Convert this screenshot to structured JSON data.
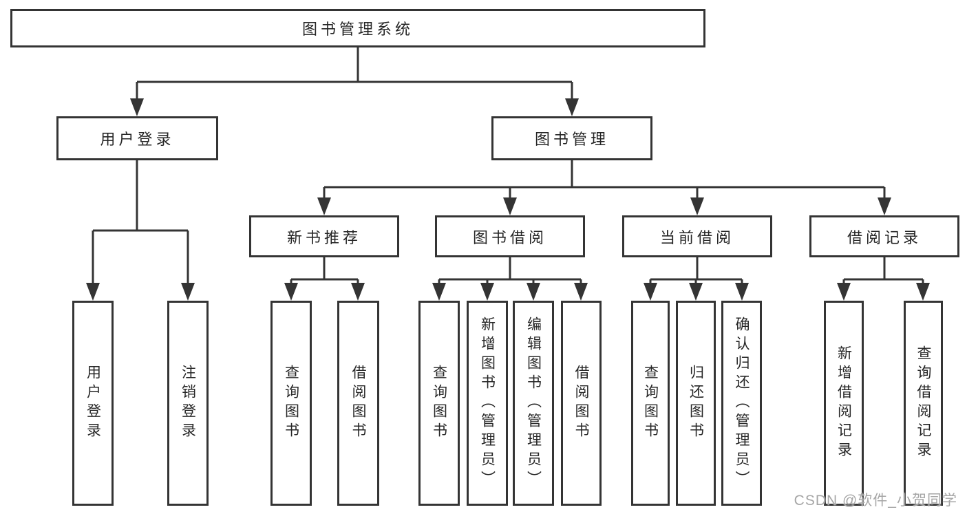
{
  "diagram": {
    "root": "图书管理系统",
    "user_login": {
      "label": "用户登录",
      "children": [
        "用户登录",
        "注销登录"
      ]
    },
    "book_management": {
      "label": "图书管理",
      "sections": [
        {
          "label": "新书推荐",
          "children": [
            "查询图书",
            "借阅图书"
          ]
        },
        {
          "label": "图书借阅",
          "children": [
            "查询图书",
            "新增图书（管理员）",
            "编辑图书（管理员）",
            "借阅图书"
          ]
        },
        {
          "label": "当前借阅",
          "children": [
            "查询图书",
            "归还图书",
            "确认归还（管理员）"
          ]
        },
        {
          "label": "借阅记录",
          "children": [
            "新增借阅记录",
            "查询借阅记录"
          ]
        }
      ]
    }
  },
  "watermark": {
    "text": "CSDN @软件_小贺同学"
  },
  "colors": {
    "line": "#343434",
    "text": "#262626",
    "background": "#ffffff",
    "watermark": "#a6a6a6"
  }
}
